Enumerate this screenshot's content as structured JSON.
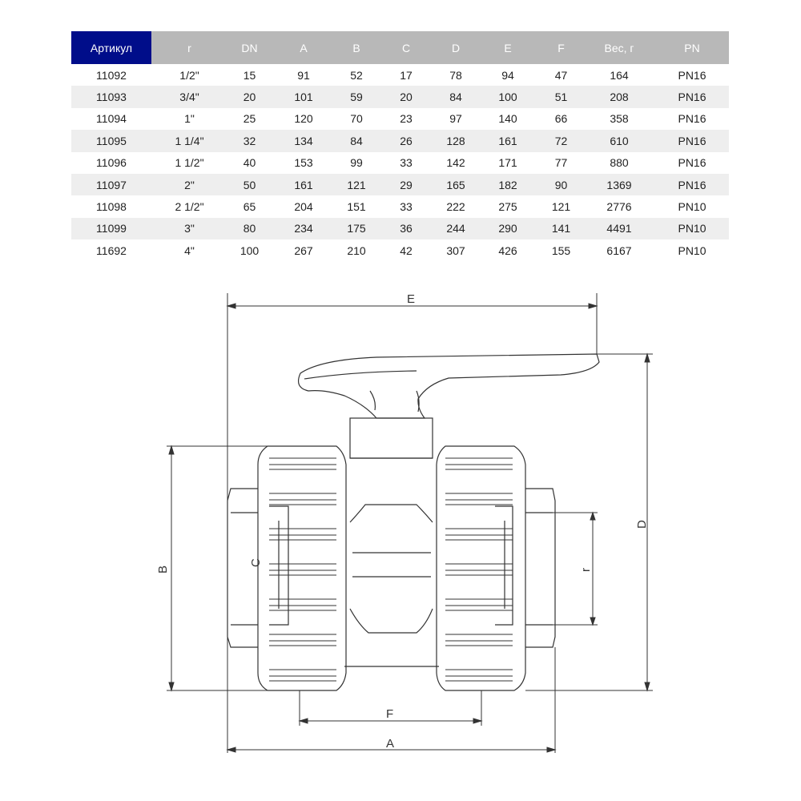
{
  "table": {
    "headers": [
      "Артикул",
      "r",
      "DN",
      "A",
      "B",
      "C",
      "D",
      "E",
      "F",
      "Вес, г",
      "PN"
    ],
    "rows": [
      [
        "11092",
        "1/2\"",
        "15",
        "91",
        "52",
        "17",
        "78",
        "94",
        "47",
        "164",
        "PN16"
      ],
      [
        "11093",
        "3/4\"",
        "20",
        "101",
        "59",
        "20",
        "84",
        "100",
        "51",
        "208",
        "PN16"
      ],
      [
        "11094",
        "1\"",
        "25",
        "120",
        "70",
        "23",
        "97",
        "140",
        "66",
        "358",
        "PN16"
      ],
      [
        "11095",
        "1 1/4\"",
        "32",
        "134",
        "84",
        "26",
        "128",
        "161",
        "72",
        "610",
        "PN16"
      ],
      [
        "11096",
        "1 1/2\"",
        "40",
        "153",
        "99",
        "33",
        "142",
        "171",
        "77",
        "880",
        "PN16"
      ],
      [
        "11097",
        "2\"",
        "50",
        "161",
        "121",
        "29",
        "165",
        "182",
        "90",
        "1369",
        "PN16"
      ],
      [
        "11098",
        "2 1/2\"",
        "65",
        "204",
        "151",
        "33",
        "222",
        "275",
        "121",
        "2776",
        "PN10"
      ],
      [
        "11099",
        "3\"",
        "80",
        "234",
        "175",
        "36",
        "244",
        "290",
        "141",
        "4491",
        "PN10"
      ],
      [
        "11692",
        "4\"",
        "100",
        "267",
        "210",
        "42",
        "307",
        "426",
        "155",
        "6167",
        "PN10"
      ]
    ]
  },
  "drawing": {
    "dimension_labels": {
      "e": "E",
      "d": "D",
      "b": "B",
      "c": "C",
      "r": "r",
      "f": "F",
      "a": "A"
    }
  },
  "colors": {
    "header_accent": "#000d8a",
    "header_bg": "#b8b8b8",
    "row_alt": "#eeeeee",
    "line": "#333333"
  }
}
